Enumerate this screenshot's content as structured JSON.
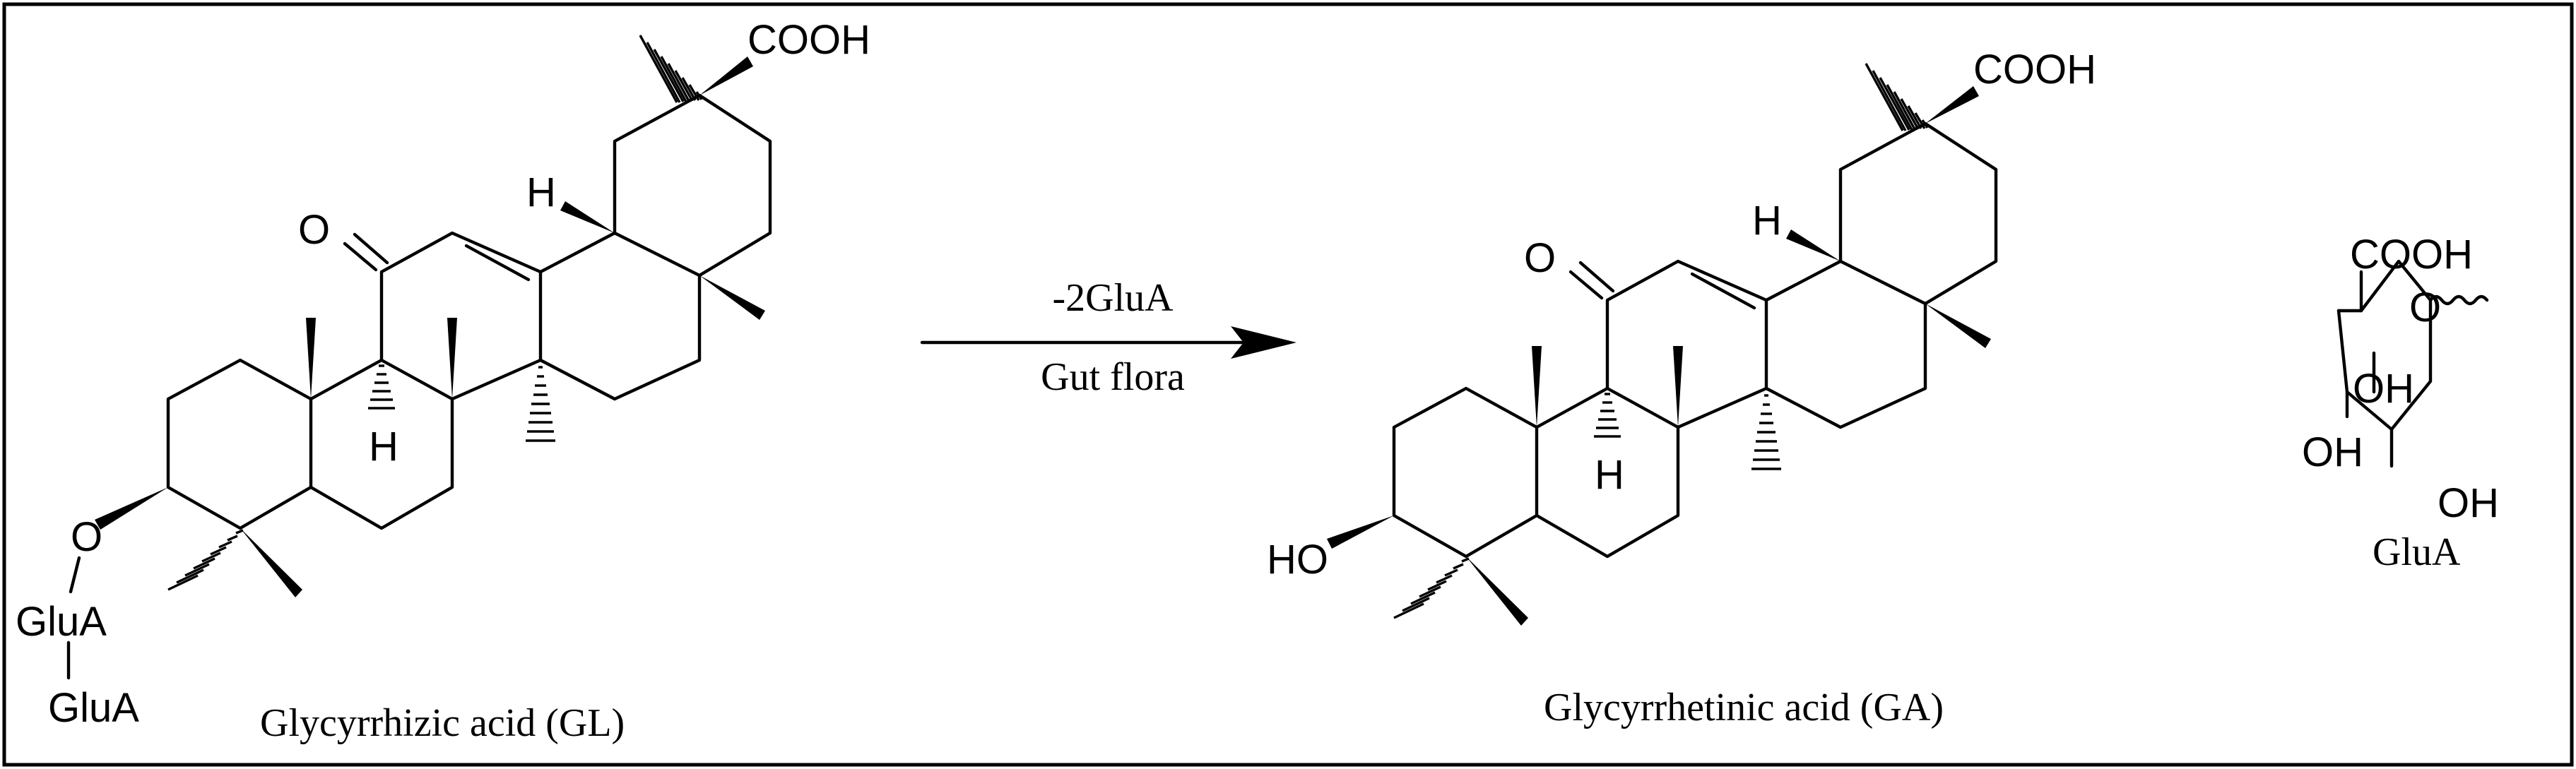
{
  "colors": {
    "ink": "#000000",
    "background": "#ffffff",
    "frame": "#000000"
  },
  "reactant": {
    "caption": "Glycyrrhizic acid (GL)",
    "labels": {
      "carboxyl": "COOH",
      "ketone_o": "O",
      "h_upper": "H",
      "h_lower": "H",
      "ether_o": "O",
      "sugar_1": "GluA",
      "sugar_2": "GluA"
    }
  },
  "reaction": {
    "above_arrow": "-2GluA",
    "below_arrow": "Gut flora"
  },
  "product": {
    "caption": "Glycyrrhetinic acid (GA)",
    "labels": {
      "carboxyl": "COOH",
      "ketone_o": "O",
      "h_upper": "H",
      "h_lower": "H",
      "hydroxyl": "HO"
    }
  },
  "sugar": {
    "caption": "GluA",
    "labels": {
      "carboxyl": "COOH",
      "ring_o": "O",
      "oh_1": "OH",
      "oh_2": "OH",
      "oh_3": "OH"
    }
  }
}
